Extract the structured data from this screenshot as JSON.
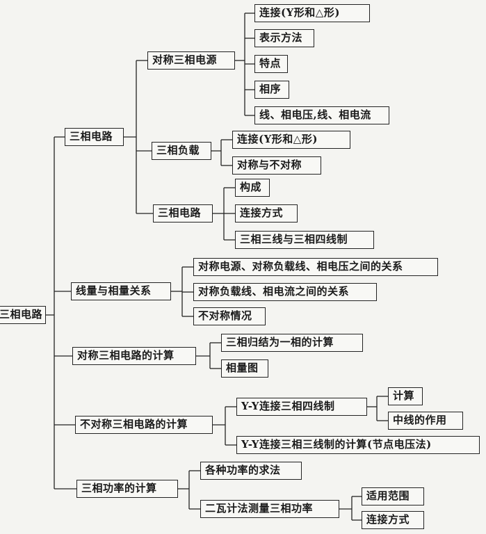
{
  "mindmap": {
    "root": "三相电路",
    "n1": "三相电路",
    "n1_1": "对称三相电源",
    "n1_1_1": "连接(Y形和△形)",
    "n1_1_2": "表示方法",
    "n1_1_3": "特点",
    "n1_1_4": "相序",
    "n1_1_5": "线、相电压,线、相电流",
    "n1_2": "三相负载",
    "n1_2_1": "连接(Y形和△形)",
    "n1_2_2": "对称与不对称",
    "n1_3": "三相电路",
    "n1_3_1": "构成",
    "n1_3_2": "连接方式",
    "n1_3_3": "三相三线与三相四线制",
    "n2": "线量与相量关系",
    "n2_1": "对称电源、对称负载线、相电压之间的关系",
    "n2_2": "对称负载线、相电流之间的关系",
    "n2_3": "不对称情况",
    "n3": "对称三相电路的计算",
    "n3_1": "三相归结为一相的计算",
    "n3_2": "相量图",
    "n4": "不对称三相电路的计算",
    "n4_1": "Y-Y连接三相四线制",
    "n4_1_1": "计算",
    "n4_1_2": "中线的作用",
    "n4_2": "Y-Y连接三相三线制的计算(节点电压法)",
    "n5": "三相功率的计算",
    "n5_1": "各种功率的求法",
    "n5_2": "二瓦计法测量三相功率",
    "n5_2_1": "适用范围",
    "n5_2_2": "连接方式"
  }
}
